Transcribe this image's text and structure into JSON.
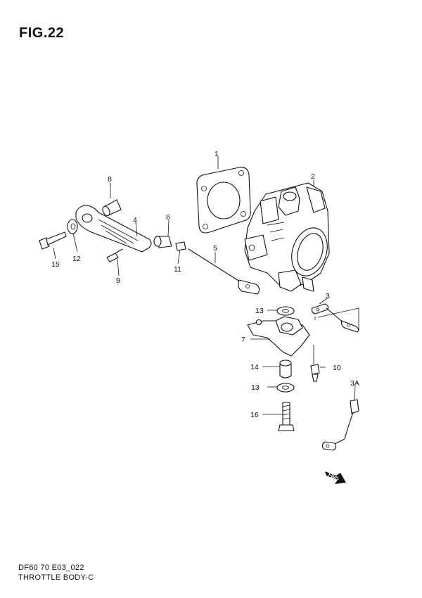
{
  "figure": {
    "title": "FIG.22"
  },
  "footer": {
    "code": "DF60 70 E03_022",
    "caption": "THROTTLE BODY-C"
  },
  "callouts": [
    {
      "id": "p1",
      "label": "1"
    },
    {
      "id": "p2",
      "label": "2"
    },
    {
      "id": "p3",
      "label": "3"
    },
    {
      "id": "p3a",
      "label": "3A"
    },
    {
      "id": "p4",
      "label": "4"
    },
    {
      "id": "p5",
      "label": "5"
    },
    {
      "id": "p6",
      "label": "6"
    },
    {
      "id": "p7",
      "label": "7"
    },
    {
      "id": "p8",
      "label": "8"
    },
    {
      "id": "p9",
      "label": "9"
    },
    {
      "id": "p10",
      "label": "10"
    },
    {
      "id": "p11",
      "label": "11"
    },
    {
      "id": "p12",
      "label": "12"
    },
    {
      "id": "p13a",
      "label": "13"
    },
    {
      "id": "p13b",
      "label": "13"
    },
    {
      "id": "p14",
      "label": "14"
    },
    {
      "id": "p15",
      "label": "15"
    },
    {
      "id": "p16",
      "label": "16"
    }
  ],
  "fwd_marker": {
    "label": "FWD",
    "icon": "fwd-arrow-icon"
  }
}
